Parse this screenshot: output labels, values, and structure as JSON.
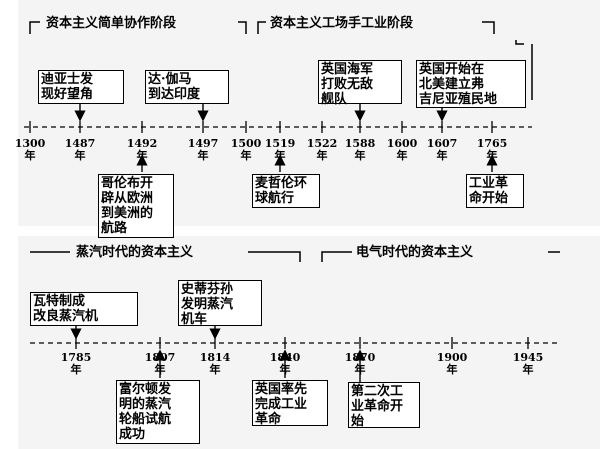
{
  "top": {
    "periods": [
      {
        "label": "资本主义简单协作阶段"
      },
      {
        "label": "资本主义工场手工业阶段"
      }
    ],
    "ticks": [
      {
        "year": "1300",
        "unit": "年"
      },
      {
        "year": "1487",
        "unit": "年"
      },
      {
        "year": "1492",
        "unit": "年"
      },
      {
        "year": "1497",
        "unit": "年"
      },
      {
        "year": "1500",
        "unit": "年"
      },
      {
        "year": "1519",
        "unit": "年"
      },
      {
        "year": "1522",
        "unit": "年"
      },
      {
        "year": "1588",
        "unit": "年"
      },
      {
        "year": "1600",
        "unit": "年"
      },
      {
        "year": "1607",
        "unit": "年"
      },
      {
        "year": "1765",
        "unit": "年"
      }
    ],
    "events": [
      {
        "text": "迪亚士发\n现好望角"
      },
      {
        "text": "达·伽马\n到达印度"
      },
      {
        "text": "英国海军\n打败无敌\n舰队"
      },
      {
        "text": "英国开始在\n北美建立弗\n吉尼亚殖民地"
      },
      {
        "text": "哥伦布开\n辟从欧洲\n到美洲的\n航路"
      },
      {
        "text": "麦哲伦环\n球航行"
      },
      {
        "text": "工业革\n命开始"
      }
    ]
  },
  "bottom": {
    "periods": [
      {
        "label": "蒸汽时代的资本主义"
      },
      {
        "label": "电气时代的资本主义"
      }
    ],
    "ticks": [
      {
        "year": "1785",
        "unit": "年"
      },
      {
        "year": "1807",
        "unit": "年"
      },
      {
        "year": "1814",
        "unit": "年"
      },
      {
        "year": "1840",
        "unit": "年"
      },
      {
        "year": "1870",
        "unit": "年"
      },
      {
        "year": "1900",
        "unit": "年"
      },
      {
        "year": "1945",
        "unit": "年"
      }
    ],
    "events": [
      {
        "text": "瓦特制成\n改良蒸汽机"
      },
      {
        "text": "史蒂芬孙\n发明蒸汽\n机车"
      },
      {
        "text": "富尔顿发\n明的蒸汽\n轮船试航\n成功"
      },
      {
        "text": "英国率先\n完成工业\n革命"
      },
      {
        "text": "第二次工\n业革命开\n始"
      }
    ]
  }
}
